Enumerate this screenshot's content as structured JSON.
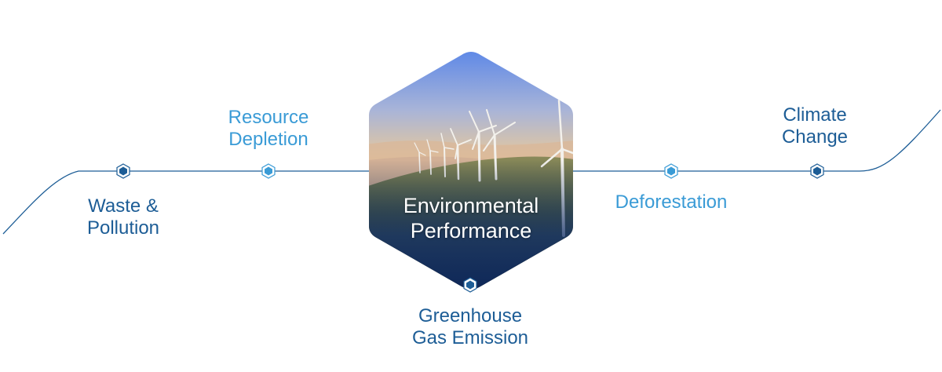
{
  "center": {
    "title": "Environmental\nPerformance"
  },
  "topics": {
    "waste": "Waste &\nPollution",
    "resource": "Resource\nDepletion",
    "greenhouse": "Greenhouse\nGas Emission",
    "deforestation": "Deforestation",
    "climate": "Climate\nChange"
  },
  "colors": {
    "dark": "#1d5d96",
    "light": "#3a9bd6",
    "line": "#1d5d96"
  }
}
